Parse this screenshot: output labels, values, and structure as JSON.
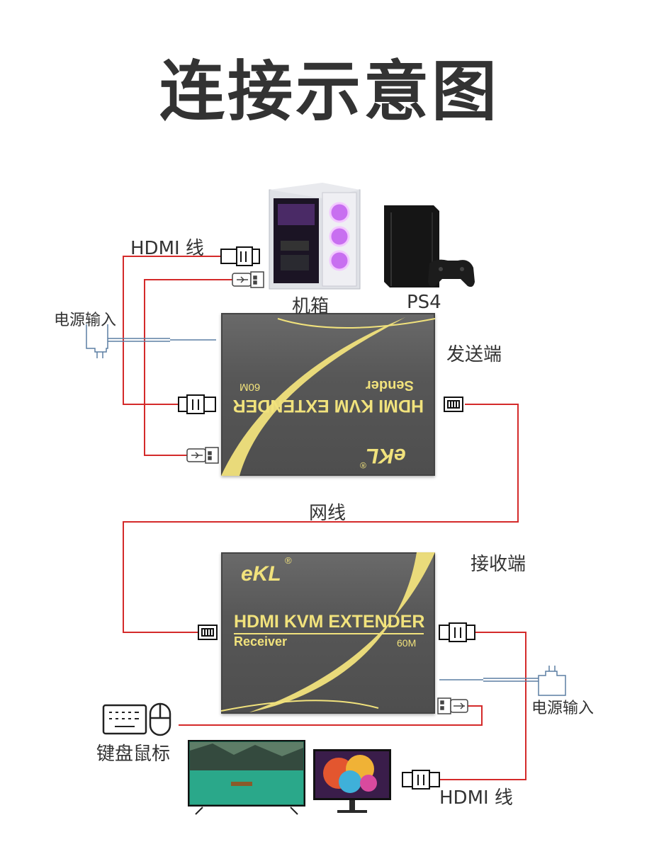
{
  "title": "连接示意图",
  "labels": {
    "hdmi_cable_top": "HDMI 线",
    "power_input_left": "电源输入",
    "pc_case": "机箱",
    "ps4": "PS4",
    "sender_end": "发送端",
    "network_cable": "网线",
    "receiver_end": "接收端",
    "power_input_right": "电源输入",
    "keyboard_mouse": "键盘鼠标",
    "hdmi_cable_bottom": "HDMI 线"
  },
  "sender": {
    "brand": "eKL",
    "registered": "®",
    "product": "HDMI KVM EXTENDER",
    "role": "Sender",
    "distance": "60M"
  },
  "receiver": {
    "brand": "eKL",
    "registered": "®",
    "product": "HDMI KVM EXTENDER",
    "role": "Receiver",
    "distance": "60M"
  },
  "colors": {
    "signal_wire": "#d42a2a",
    "power_wire": "#5c7fa3",
    "box_yellow": "#f1e27c"
  },
  "icons": [
    "hdmi-plug-icon",
    "usb-plug-icon",
    "rj45-port-icon",
    "power-adapter-icon",
    "keyboard-icon",
    "mouse-icon",
    "pc-case-icon",
    "ps4-console-icon",
    "gamepad-icon",
    "tv-icon",
    "monitor-icon"
  ]
}
